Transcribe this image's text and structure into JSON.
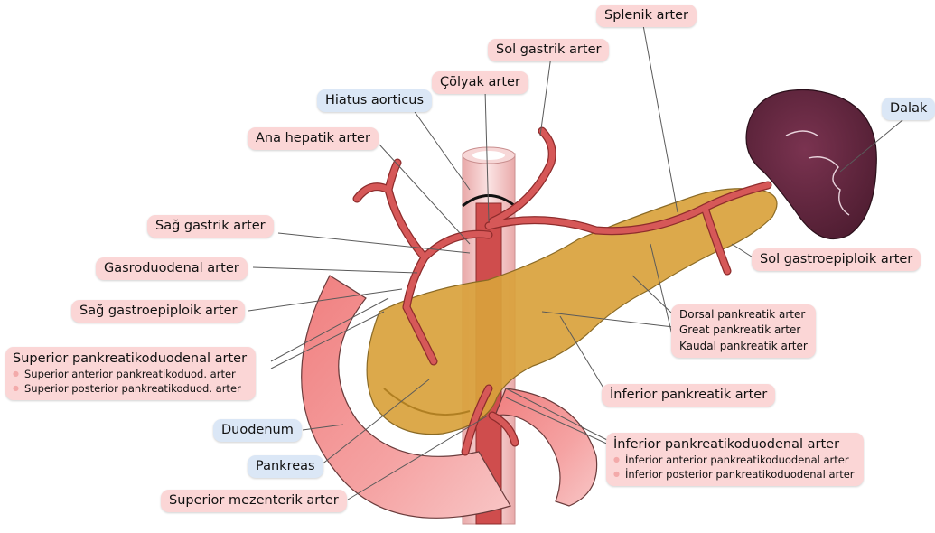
{
  "labels": {
    "splenic": "Splenik arter",
    "left_gastric": "Sol gastrik arter",
    "celiac": "Çölyak arter",
    "hiatus": "Hiatus aorticus",
    "common_hepatic": "Ana hepatik arter",
    "spleen": "Dalak",
    "right_gastric": "Sağ gastrik arter",
    "gastroduodenal": "Gasroduodenal arter",
    "right_gastroepiploic": "Sağ gastroepiploik arter",
    "left_gastroepiploic": "Sol gastroepiploik arter",
    "pancreatic_group": [
      "Dorsal pankreatik arter",
      "Great pankreatik arter",
      "Kaudal pankreatik arter"
    ],
    "sup_pd": {
      "title": "Superior pankreatikoduodenal arter",
      "items": [
        "Superior anterior pankreatikoduod. arter",
        "Superior posterior pankreatikoduod. arter"
      ]
    },
    "inferior_pancreatic": "İnferior pankreatik arter",
    "duodenum": "Duodenum",
    "inf_pd": {
      "title": "İnferior pankreatikoduodenal arter",
      "items": [
        "İnferior anterior pankreatikoduodenal arter",
        "İnferior posterior pankreatikoduodenal arter"
      ]
    },
    "pancreas": "Pankreas",
    "sma": "Superior mezenterik arter"
  },
  "colors": {
    "label_pink": "#fbd6d6",
    "label_blue": "#dbe7f6",
    "artery": "#d65858",
    "pancreas": "#d9a23c",
    "duodenum": "#f3b0b0",
    "spleen": "#6b2a44",
    "aorta": "#f2c4c4"
  }
}
